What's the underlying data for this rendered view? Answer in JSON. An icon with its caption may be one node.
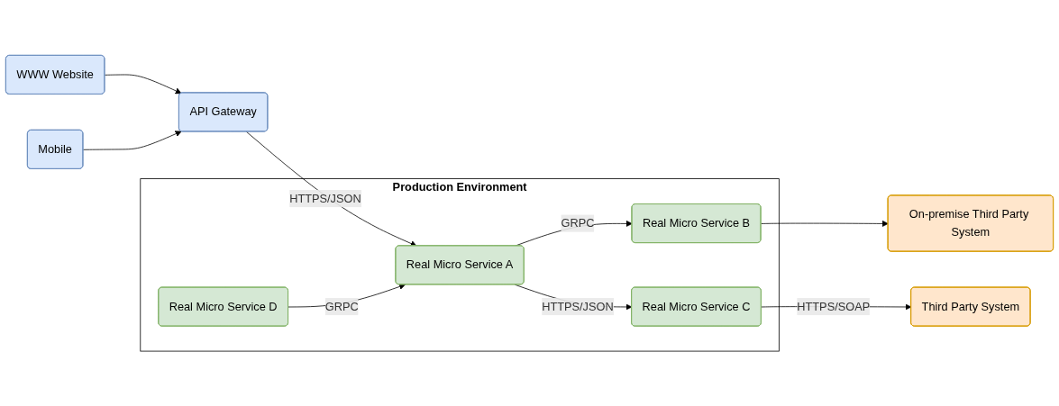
{
  "diagram": {
    "nodes": [
      {
        "text": [
          "WWW Website"
        ]
      },
      {
        "text": [
          "Mobile"
        ]
      },
      {
        "text": [
          "API Gateway"
        ]
      },
      {
        "text": [
          "Production Environment"
        ]
      },
      {
        "text": [
          "Real Micro Service A"
        ],
        "in": 3
      },
      {
        "text": [
          "Real Micro Service D"
        ],
        "in": 3
      },
      {
        "text": [
          "Real Micro Service B"
        ],
        "in": 3
      },
      {
        "text": [
          "Real Micro Service C"
        ],
        "in": 3
      },
      {
        "text": [
          "On-premise Third Party System"
        ]
      },
      {
        "text": [
          "Third Party System"
        ]
      }
    ],
    "edges": [
      {
        "from": 0,
        "to": 2,
        "arrow": "to"
      },
      {
        "from": 1,
        "to": 2,
        "arrow": "to"
      },
      {
        "from": 2,
        "to": 4,
        "arrow": "to",
        "label": "HTTPS/JSON"
      },
      {
        "from": 4,
        "to": 6,
        "arrow": "to",
        "label": "GRPC"
      },
      {
        "from": 4,
        "to": 7,
        "arrow": "to",
        "label": "HTTPS/JSON"
      },
      {
        "from": 5,
        "to": 4,
        "arrow": "to",
        "label": "GRPC"
      },
      {
        "from": 6,
        "to": 8,
        "arrow": "to"
      },
      {
        "from": 7,
        "to": 9,
        "arrow": "to",
        "label": "HTTPS/SOAP"
      }
    ]
  }
}
